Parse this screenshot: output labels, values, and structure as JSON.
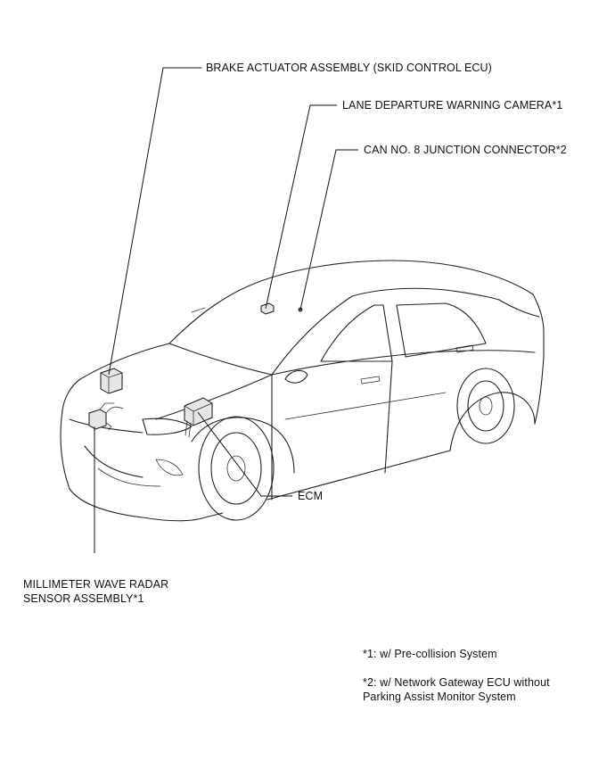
{
  "labels": {
    "brake_actuator": "BRAKE ACTUATOR ASSEMBLY (SKID CONTROL ECU)",
    "lane_camera": "LANE DEPARTURE WARNING CAMERA*1",
    "can_connector": "CAN NO. 8 JUNCTION CONNECTOR*2",
    "ecm": "ECM",
    "radar_line1": "MILLIMETER WAVE RADAR",
    "radar_line2": "SENSOR ASSEMBLY*1"
  },
  "notes": {
    "note1": "*1: w/ Pre-collision System",
    "note2_line1": "*2: w/ Network Gateway ECU without",
    "note2_line2": "Parking Assist Monitor System"
  }
}
